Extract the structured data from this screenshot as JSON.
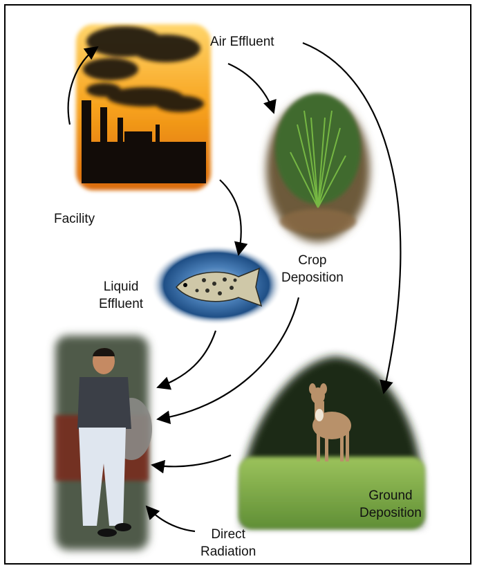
{
  "labels": {
    "air_effluent": "Air Effluent",
    "facility": "Facility",
    "crop_deposition": "Crop\nDeposition",
    "liquid_effluent": "Liquid\nEffluent",
    "ground_deposition": "Ground\nDeposition",
    "direct_radiation": "Direct\nRadiation"
  },
  "images": {
    "facility": "factory-smokestacks-photo",
    "crop": "pine-seedling-photo",
    "fish": "crappie-fish-photo",
    "person": "man-leaning-on-truck-photo",
    "deer": "deer-in-grass-photo"
  },
  "colors": {
    "sky_orange": "#f7a21c",
    "grass_green": "#7fae4a",
    "fish_backdrop": "#1f4f86",
    "arrow": "#000000"
  }
}
